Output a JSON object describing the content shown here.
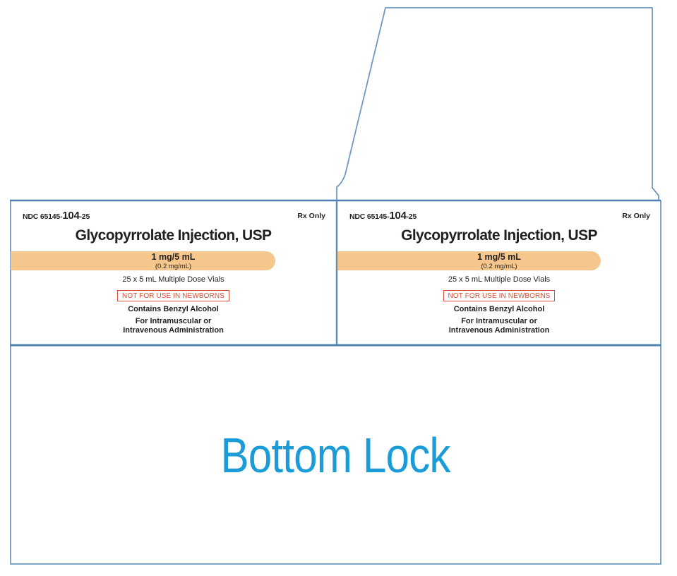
{
  "panels": [
    {
      "ndc_prefix": "NDC 65145-",
      "ndc_code": "104",
      "ndc_suffix": "-25",
      "rx": "Rx Only",
      "title": "Glycopyrrolate Injection, USP",
      "strength": "1 mg/5 mL",
      "concentration": "(0.2 mg/mL)",
      "pack_size": "25 x 5 mL Multiple Dose Vials",
      "warning": "NOT FOR USE IN NEWBORNS",
      "contains": "Contains Benzyl Alcohol",
      "route_line1": "For Intramuscular or",
      "route_line2": "Intravenous Administration"
    },
    {
      "ndc_prefix": "NDC 65145-",
      "ndc_code": "104",
      "ndc_suffix": "-25",
      "rx": "Rx Only",
      "title": "Glycopyrrolate Injection, USP",
      "strength": "1 mg/5 mL",
      "concentration": "(0.2 mg/mL)",
      "pack_size": "25 x 5 mL Multiple Dose Vials",
      "warning": "NOT FOR USE IN NEWBORNS",
      "contains": "Contains Benzyl Alcohol",
      "route_line1": "For Intramuscular or",
      "route_line2": "Intravenous Administration"
    }
  ],
  "bottom_lock": {
    "label": "Bottom Lock",
    "color": "#1B9BD7"
  },
  "colors": {
    "strength_band": "#F6C78D",
    "warning_red": "#D9503C",
    "dieline_thin": "#6F99C0",
    "dieline_thick": "#4E80B0",
    "text": "#231F20"
  }
}
